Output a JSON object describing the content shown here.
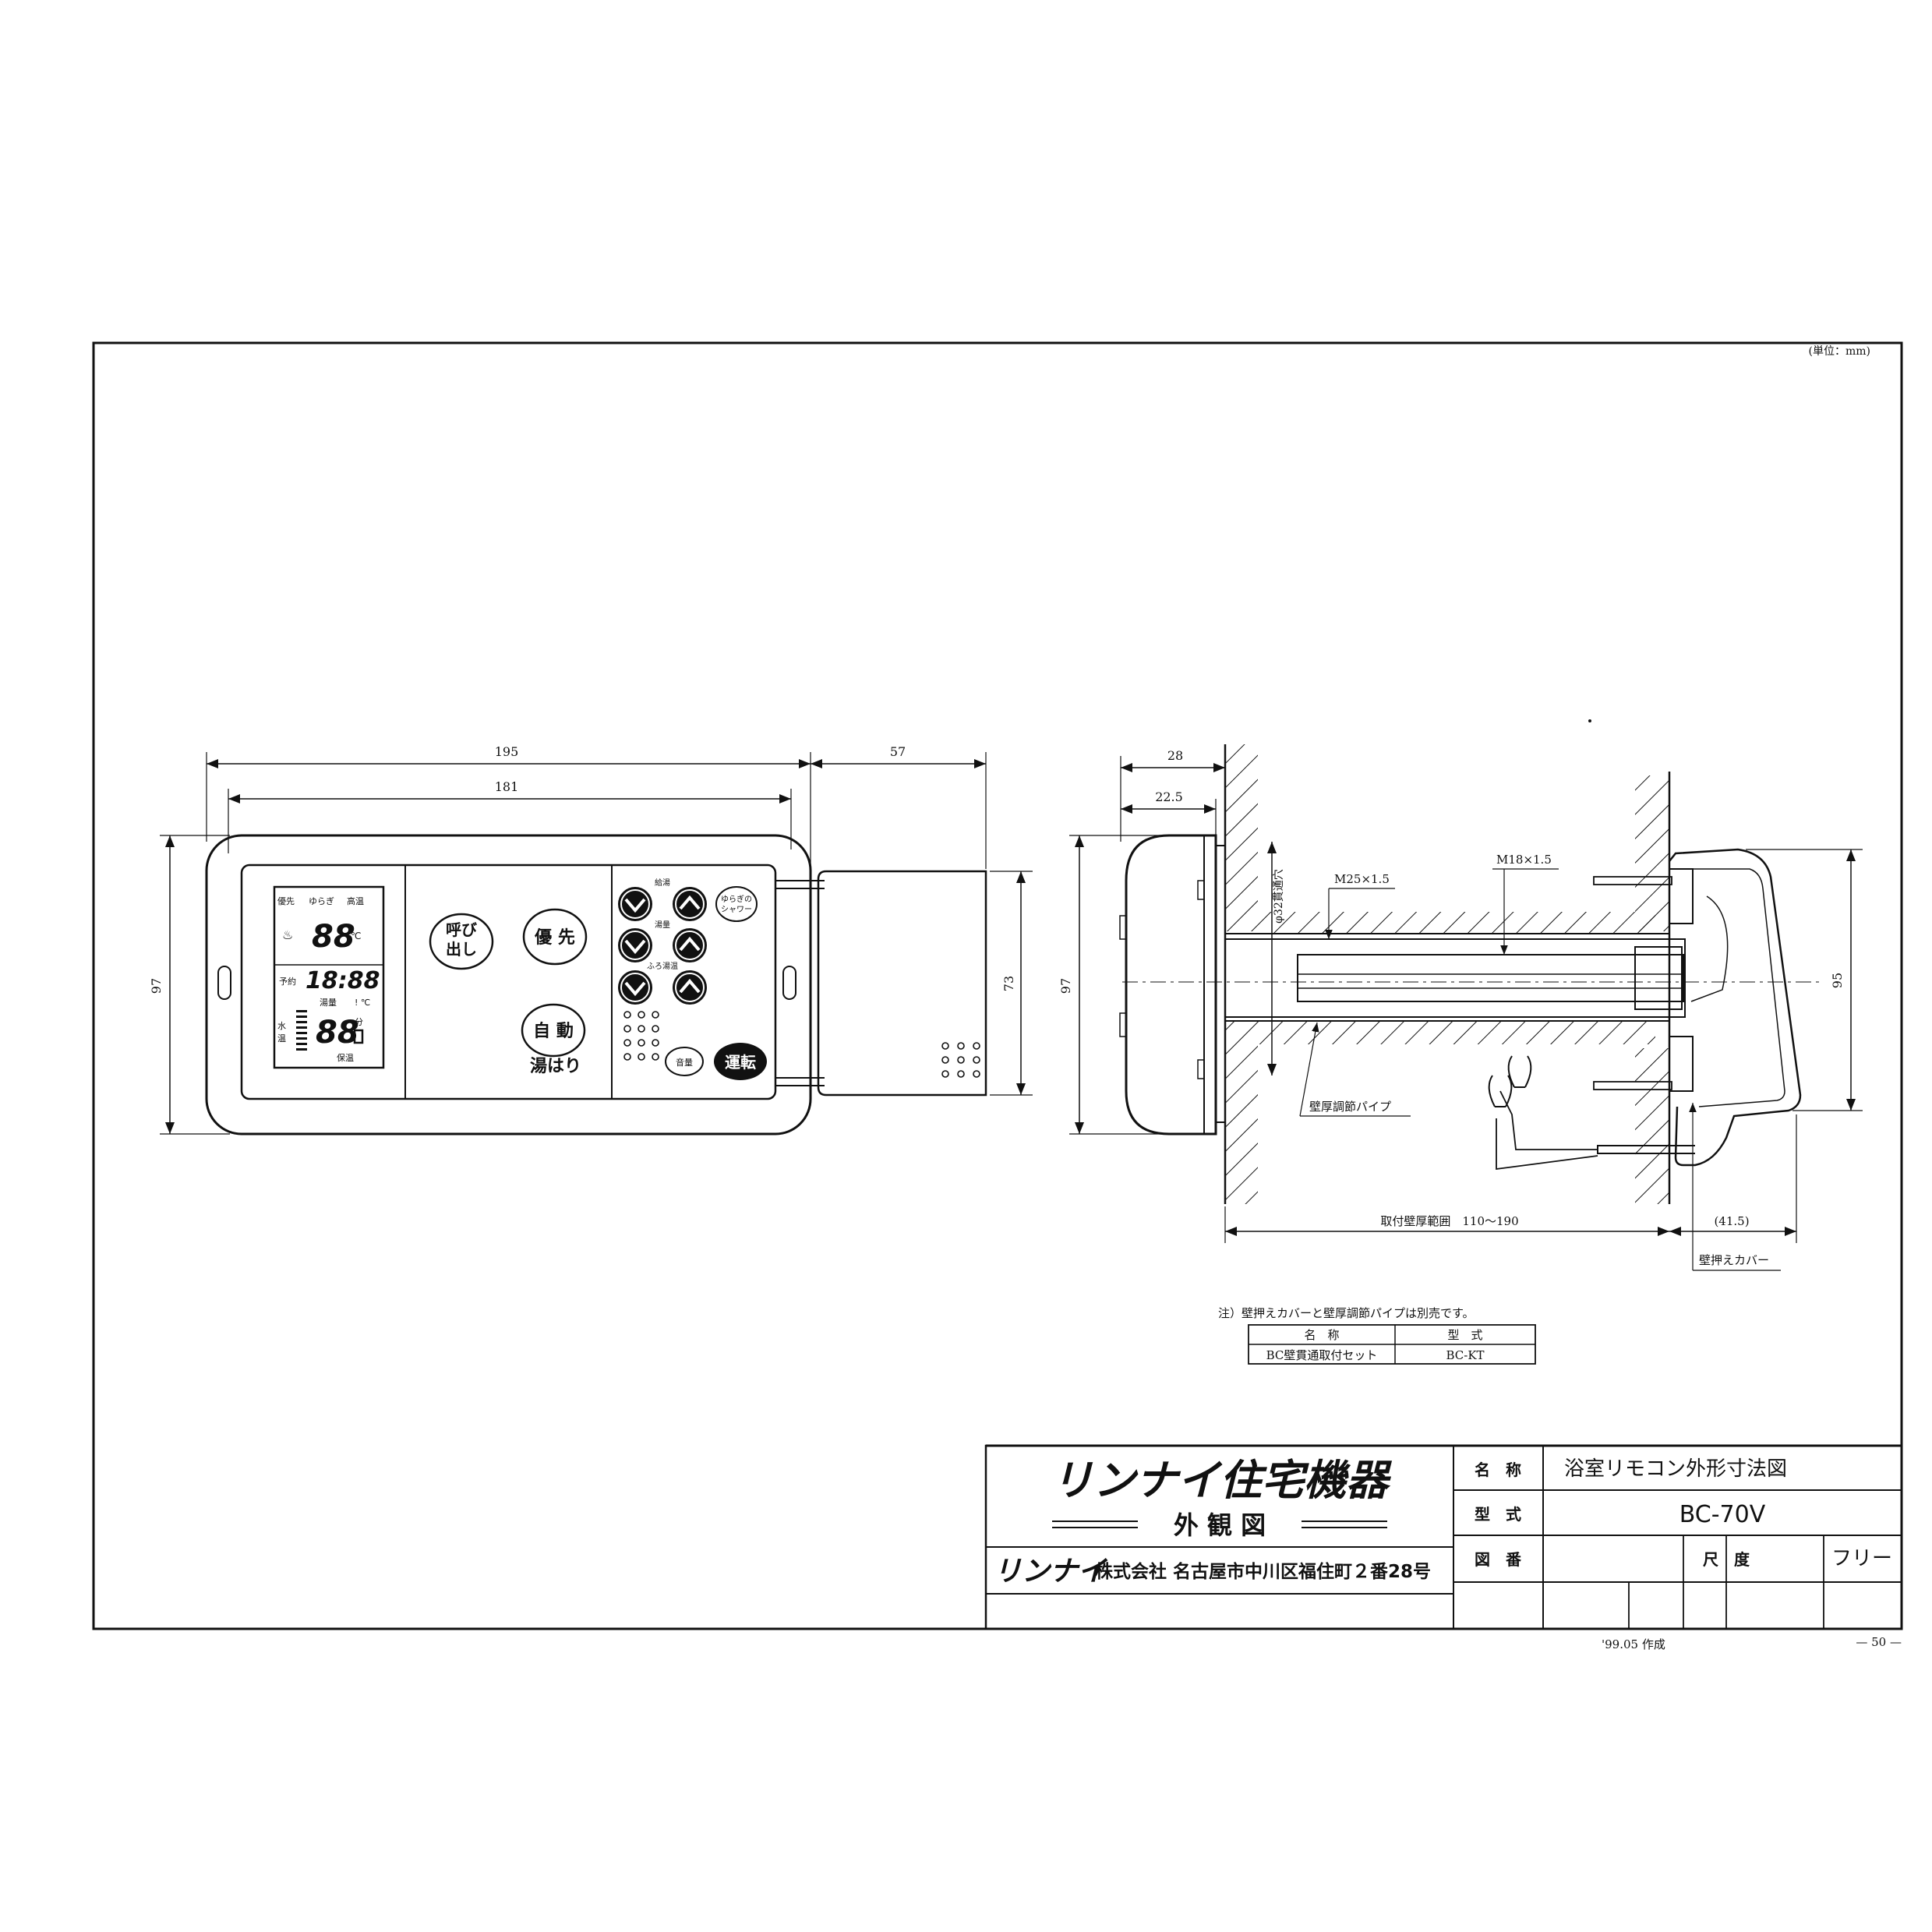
{
  "unit_note": "(単位：mm)",
  "front_view": {
    "dims": {
      "overall_width": "195",
      "inner_width": "181",
      "cover_width": "57",
      "height": "97",
      "cover_height": "73"
    },
    "lcd": {
      "row1": [
        "優先",
        "ゆらぎ",
        "高温"
      ],
      "temp_digits": "88",
      "temp_unit": "℃",
      "reserve_label": "予約",
      "clock_digits": "18:88",
      "water_level_label": "湯量",
      "level_digits": "88",
      "minute_label": "分",
      "side_labels": [
        "水",
        "温"
      ],
      "keep_warm_label": "保温"
    },
    "buttons": {
      "call_line1": "呼び",
      "call_line2": "出し",
      "priority": "優 先",
      "auto_line1": "自 動",
      "auto_line2": "湯はり",
      "supply_temp_label": "給湯",
      "bath_temp_label": "湯量",
      "bath_level_label": "ふろ湯温",
      "yuragi_line1": "ゆらぎの",
      "yuragi_line2": "シャワー",
      "volume": "音量",
      "run": "運転"
    }
  },
  "side_view": {
    "dims": {
      "depth_total": "28",
      "depth_body": "22.5",
      "height": "97",
      "thread_outer": "M25×1.5",
      "thread_inner": "M18×1.5",
      "hole": "φ32貫通穴",
      "pipe_label": "壁厚調節パイプ",
      "wall_range": "取付壁厚範囲　110～190",
      "rear_offset": "(41.5)",
      "rear_height": "95",
      "cover_label": "壁押えカバー"
    }
  },
  "note": {
    "text": "注）壁押えカバーと壁厚調節パイプは別売です。",
    "table_headers": [
      "名　称",
      "型　式"
    ],
    "table_rows": [
      [
        "BC壁貫通取付セット",
        "BC-KT"
      ]
    ]
  },
  "title_block": {
    "brand_title": "リンナイ住宅機器",
    "subtitle": "外 観 図",
    "company_logo": "リンナイ",
    "company_address": "株式会社 名古屋市中川区福住町２番28号",
    "name_label": "名　称",
    "name_value": "浴室リモコン外形寸法図",
    "model_label": "型　式",
    "model_value": "BC-70V",
    "drawing_no_label": "図　番",
    "scale_label": "尺　度",
    "scale_value": "フリー"
  },
  "footer": {
    "date": "'99.05 作成",
    "page": "— 50 —"
  }
}
